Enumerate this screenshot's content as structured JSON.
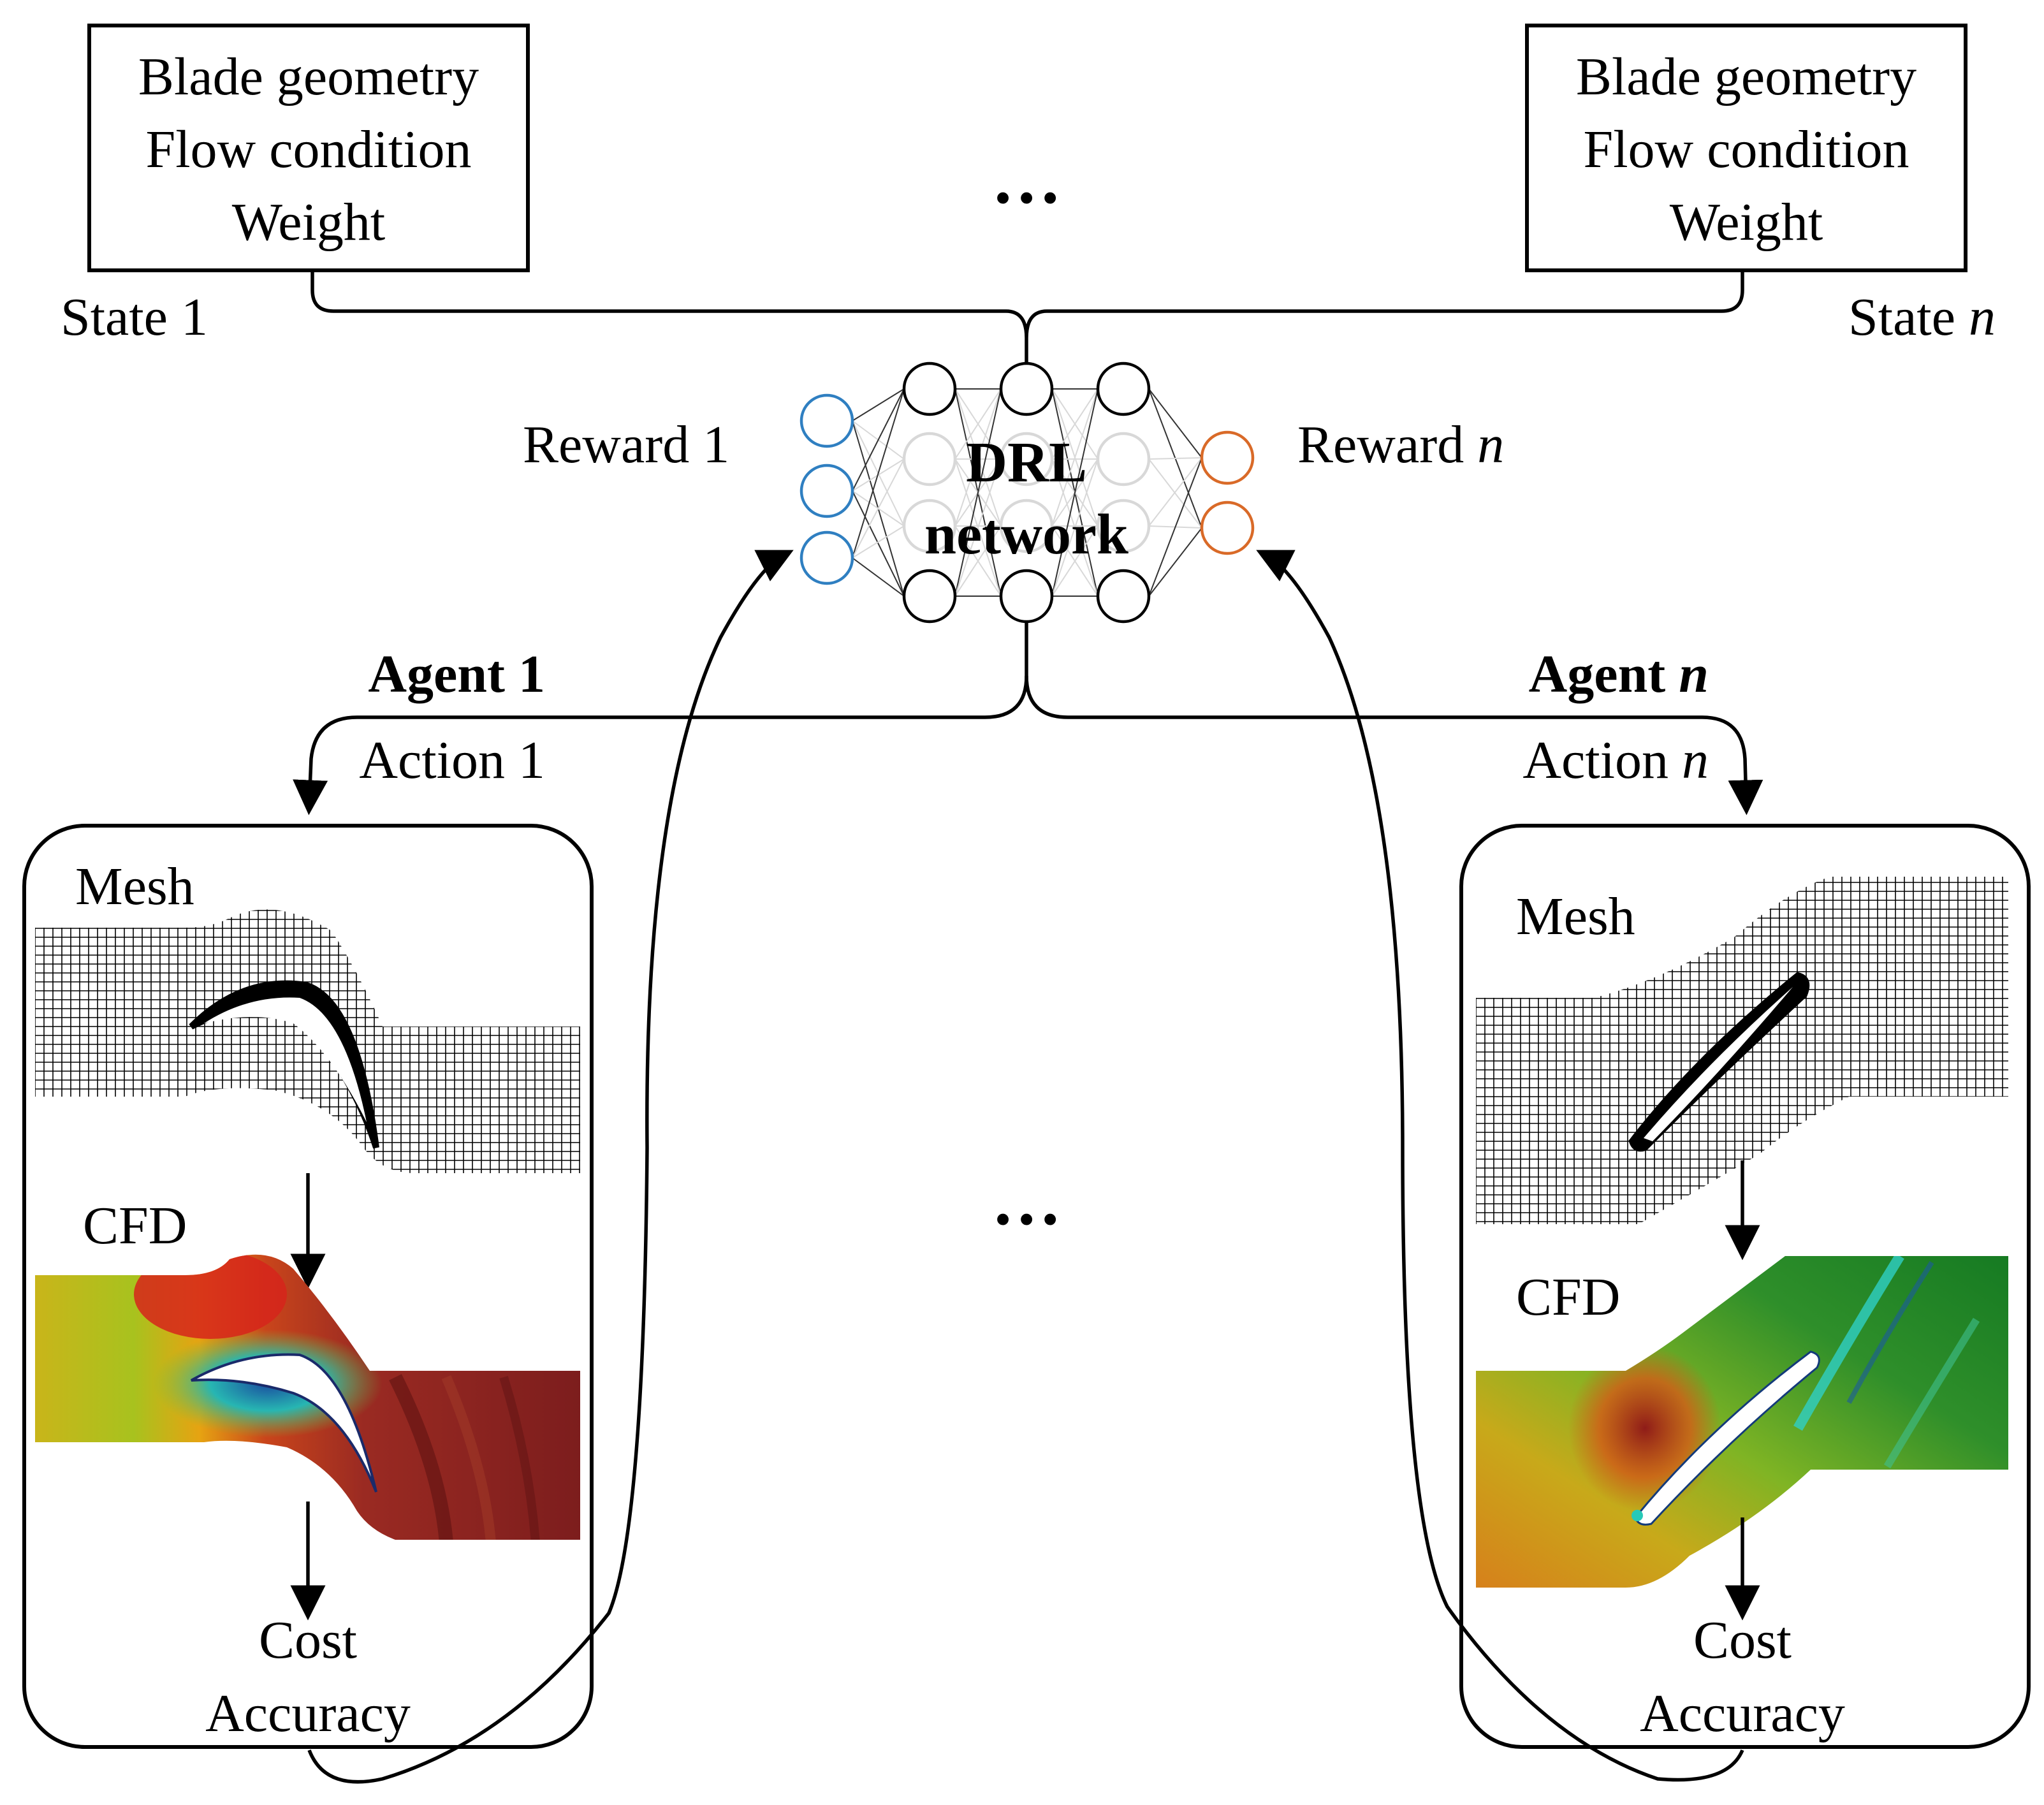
{
  "state_left": {
    "box_lines": [
      "Blade geometry",
      "Flow condition",
      "Weight"
    ],
    "label": "State 1"
  },
  "state_right": {
    "box_lines": [
      "Blade geometry",
      "Flow condition",
      "Weight"
    ],
    "label_prefix": "State ",
    "label_var": "n"
  },
  "ellipsis_top": "…",
  "ellipsis_middle": "…",
  "network": {
    "line1": "DRL",
    "line2": "network",
    "input_color": "#2f7fc1",
    "output_color": "#d96a28",
    "hidden_color": "#000000",
    "faded_color": "#d8d8d8"
  },
  "reward_left": "Reward 1",
  "reward_right": {
    "prefix": "Reward ",
    "var": "n"
  },
  "agent_left": {
    "title": "Agent 1",
    "action": "Action 1"
  },
  "agent_right": {
    "title_prefix": "Agent ",
    "title_var": "n",
    "action_prefix": "Action ",
    "action_var": "n"
  },
  "panel_left": {
    "mesh": "Mesh",
    "cfd": "CFD",
    "cost": "Cost",
    "accuracy": "Accuracy"
  },
  "panel_right": {
    "mesh": "Mesh",
    "cfd": "CFD",
    "cost": "Cost",
    "accuracy": "Accuracy"
  }
}
